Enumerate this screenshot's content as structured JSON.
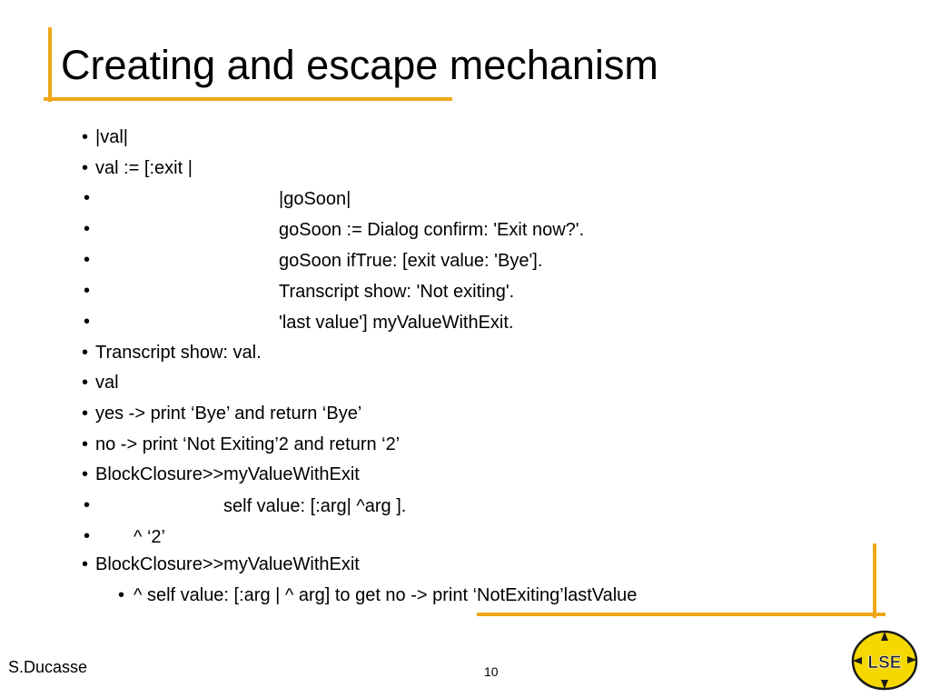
{
  "title": "Creating and escape mechanism",
  "lines": [
    "|val|",
    "val := [:exit |",
    "|goSoon|",
    "goSoon := Dialog confirm: 'Exit now?'.",
    "goSoon ifTrue: [exit value: 'Bye'].",
    "Transcript show: 'Not exiting'.",
    "'last value'] myValueWithExit.",
    "Transcript show: val.",
    "val",
    "yes -> print ‘Bye’ and return ‘Bye’",
    "no -> print ‘Not Exiting’2 and return ‘2’",
    "BlockClosure>>myValueWithExit",
    "self value: [:arg| ^arg ].",
    "^ ‘2’",
    "BlockClosure>>myValueWithExit",
    "^ self value: [:arg | ^ arg]        to get  no -> print ‘NotExiting’lastValue"
  ],
  "footer": {
    "author": "S.Ducasse",
    "page": "10"
  },
  "logo_text": "LSE",
  "colors": {
    "accent": "#f0a818",
    "logo_fill": "#f5d800",
    "logo_outline": "#1a1a1a"
  }
}
